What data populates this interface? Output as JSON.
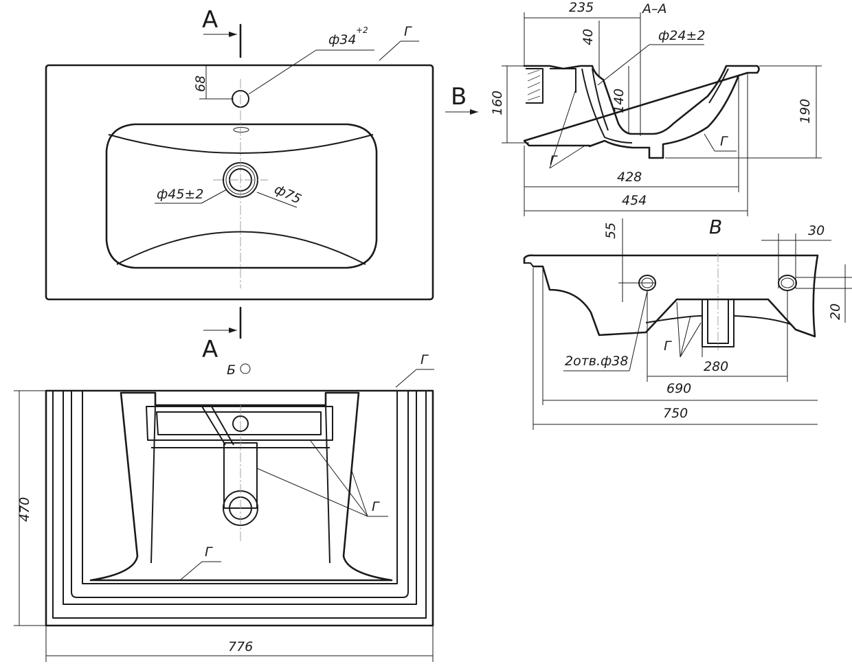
{
  "labels": {
    "section_a": "A",
    "section_v": "B",
    "section_aa": "A–A",
    "view_b": "Б",
    "view_b_arrow": "Ⓞ",
    "view_v": "B",
    "g": "Г"
  },
  "dims": {
    "hole_tap": "ф34",
    "hole_tap_tol": "+2",
    "offset_68": "68",
    "drain_45": "ф45±2",
    "drain_75": "ф75",
    "d235": "235",
    "d40": "40",
    "d24": "ф24±2",
    "d160": "160",
    "d140": "140",
    "d190": "190",
    "d428": "428",
    "d454": "454",
    "d55": "55",
    "d30": "30",
    "d20": "20",
    "holes": "2отв.ф38",
    "d280": "280",
    "d690": "690",
    "d750": "750",
    "d470": "470",
    "d776": "776"
  }
}
